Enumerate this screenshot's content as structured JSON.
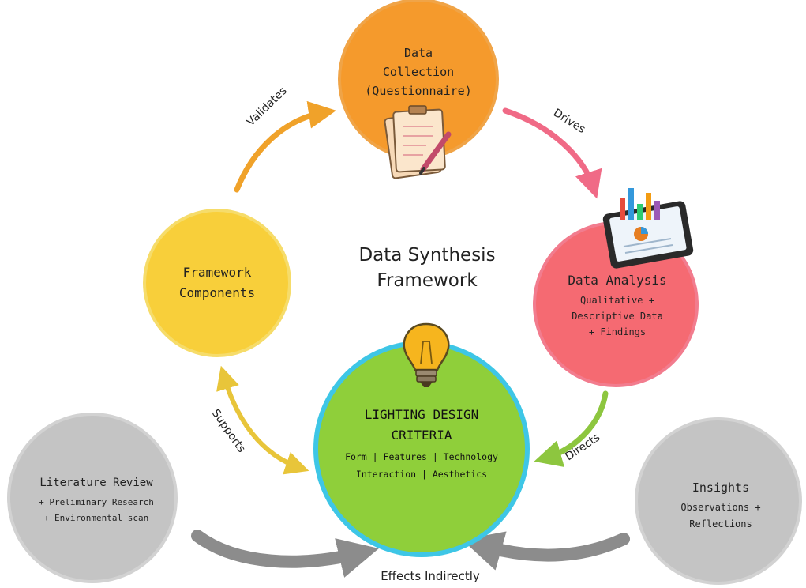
{
  "center_title": {
    "line1": "Data Synthesis",
    "line2": "Framework"
  },
  "nodes": {
    "data_collection": {
      "lines": [
        "Data",
        "Collection",
        "(Questionnaire)"
      ],
      "color": "#f59a2c",
      "icon": "clipboard-pencil-icon"
    },
    "data_analysis": {
      "title": "Data Analysis",
      "details": [
        "Qualitative +",
        "Descriptive Data",
        "+ Findings"
      ],
      "color": "#f56a72",
      "icon": "tablet-chart-icon"
    },
    "framework_components": {
      "lines": [
        "Framework",
        "Components"
      ],
      "color": "#f8cf3a"
    },
    "lighting_design": {
      "title_lines": [
        "LIGHTING DESIGN",
        "CRITERIA"
      ],
      "details": [
        "Form | Features | Technology",
        "Interaction | Aesthetics"
      ],
      "color": "#8fcf3a",
      "border": "#3ec6e6",
      "icon": "lightbulb-icon"
    },
    "literature_review": {
      "title": "Literature Review",
      "details": [
        "+ Preliminary Research",
        "+ Environmental scan"
      ],
      "color": "#c4c4c4"
    },
    "insights": {
      "title": "Insights",
      "details": [
        "Observations +",
        "Reflections"
      ],
      "color": "#c4c4c4"
    }
  },
  "edges": {
    "validates": "Validates",
    "drives": "Drives",
    "directs": "Directs",
    "supports": "Supports",
    "effects_indirectly": "Effects Indirectly"
  },
  "colors": {
    "validates_arrow": "#f0a22a",
    "drives_arrow": "#f06a86",
    "directs_arrow": "#8dc63f",
    "supports_arrow": "#e8c53a",
    "indirect_arrow": "#8c8c8c"
  }
}
